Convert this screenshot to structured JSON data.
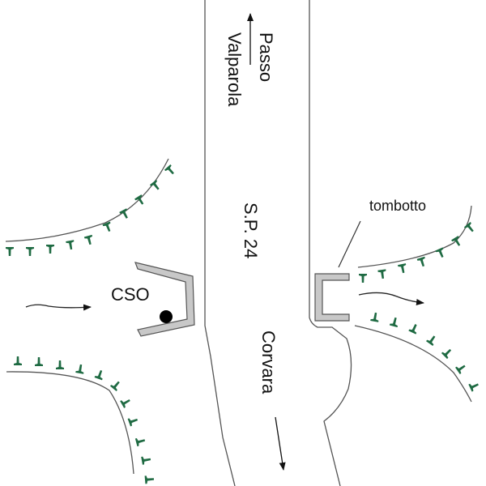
{
  "labels": {
    "direction_north": "Passo Valparola",
    "direction_north_line1": "Passo",
    "direction_north_line2": "Valparola",
    "road_name": "S.P. 24",
    "direction_south": "Corvara",
    "cso": "CSO",
    "culvert": "tombotto"
  },
  "colors": {
    "vegetation": "#1f6b43",
    "structure_fill": "#c8c8c8",
    "line": "#555555",
    "text": "#111111"
  }
}
